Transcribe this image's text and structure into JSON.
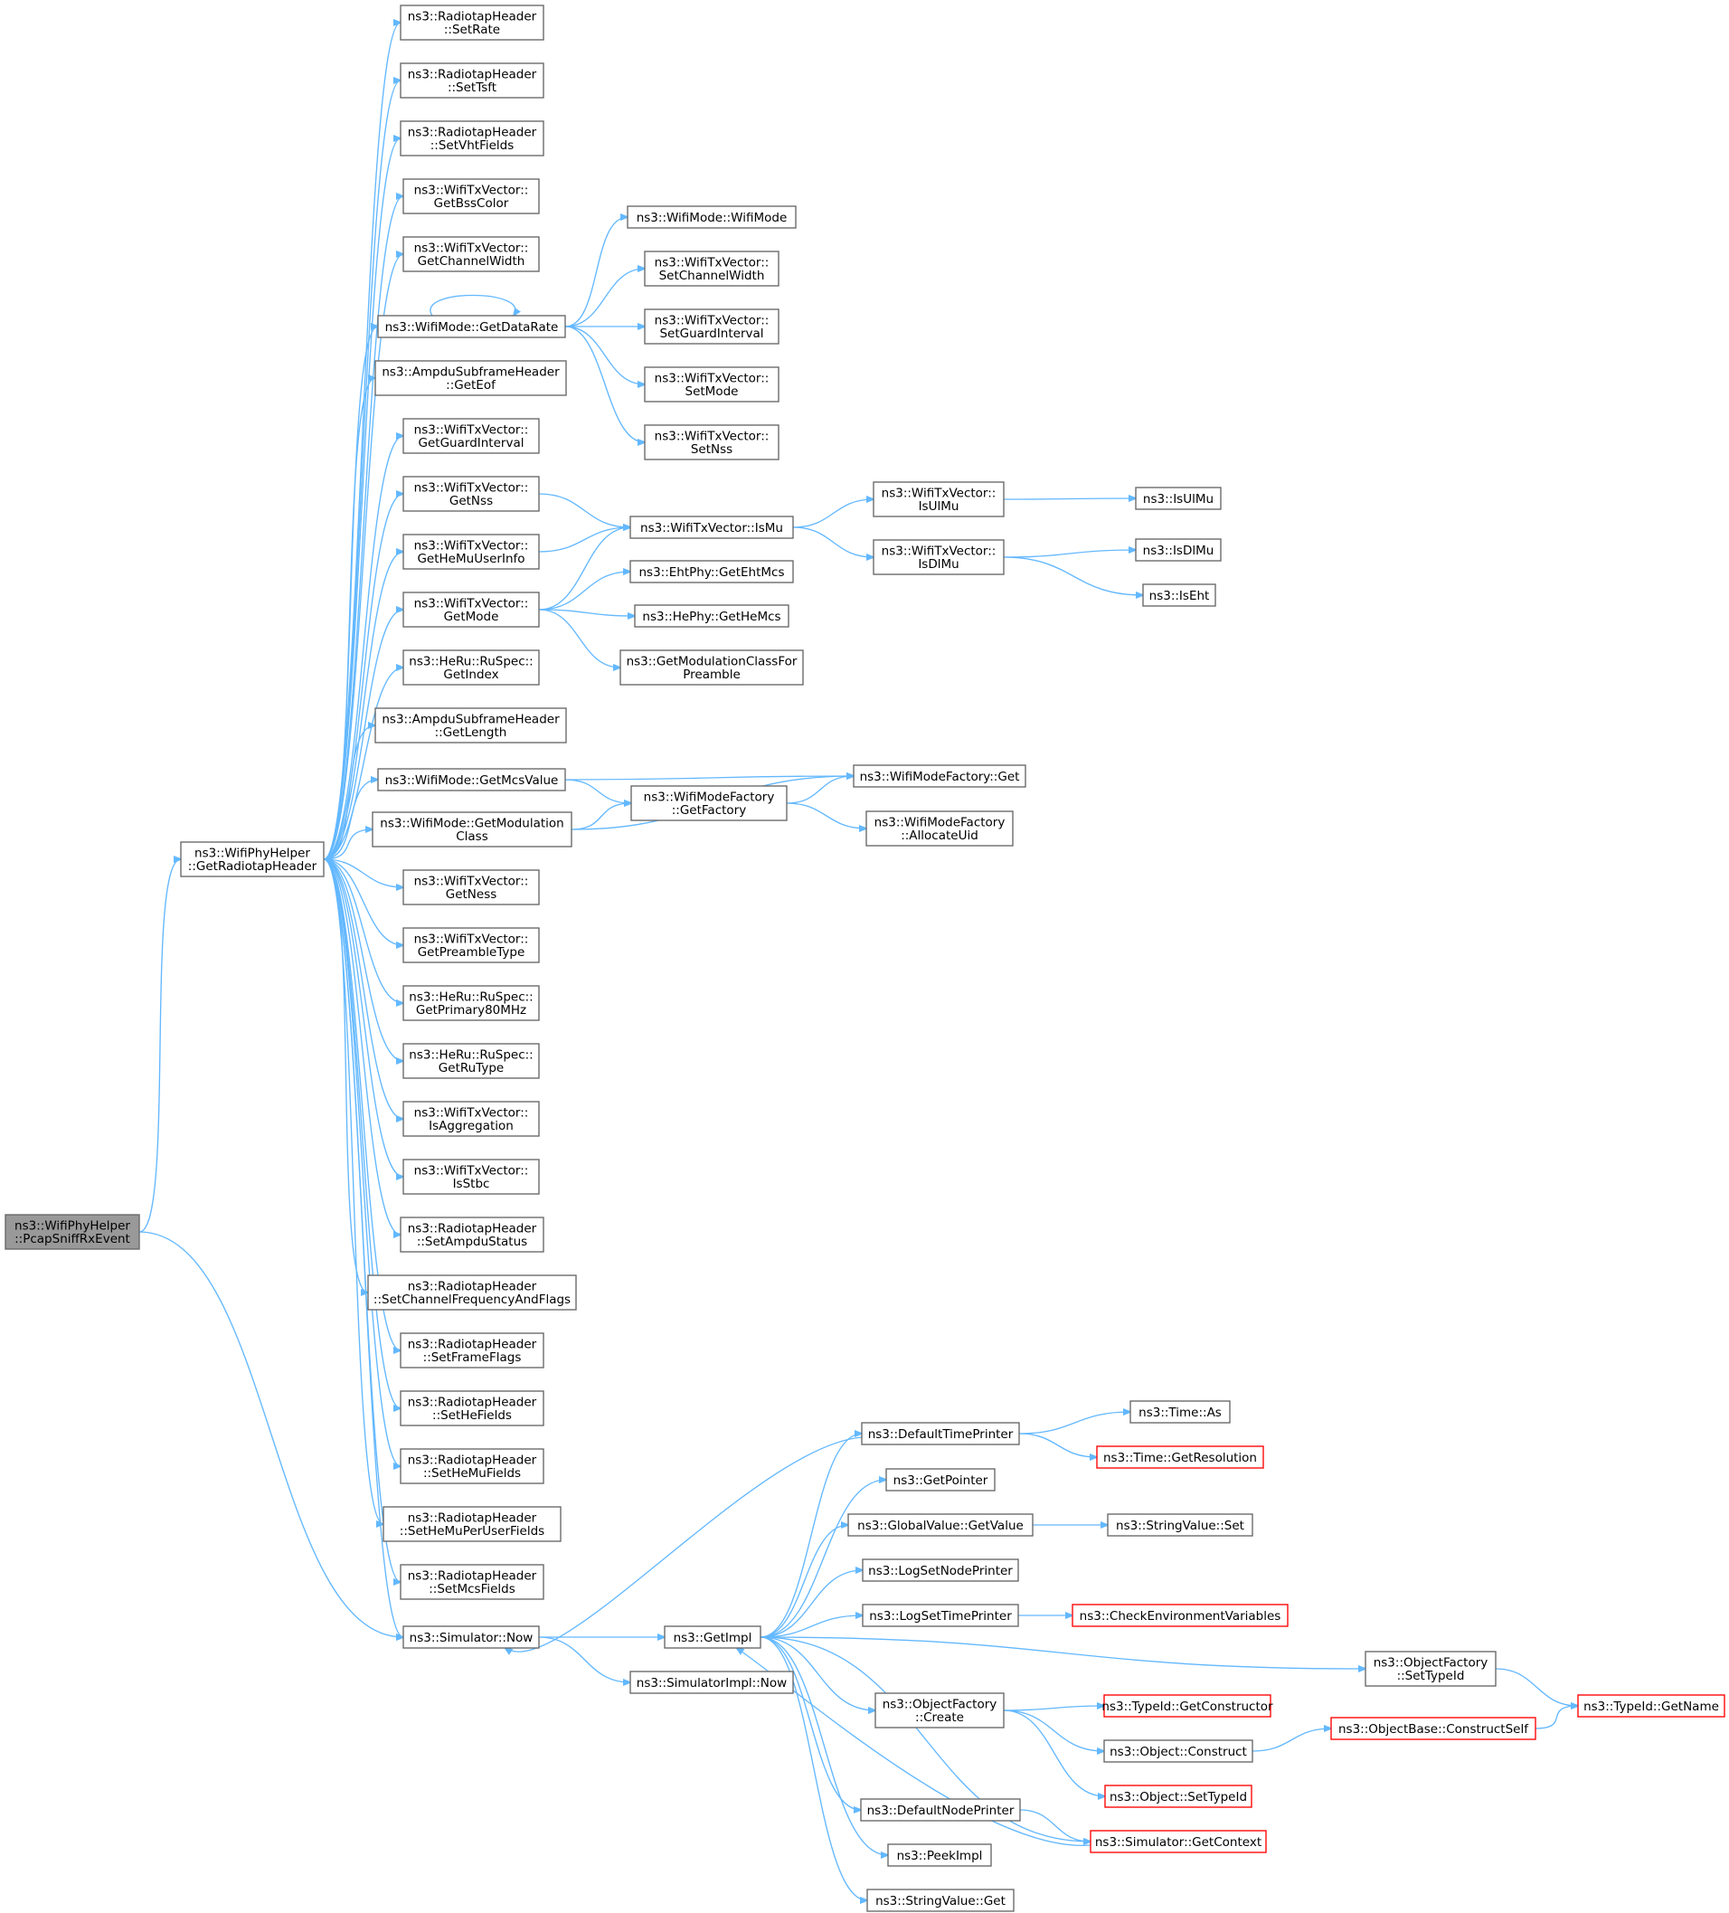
{
  "nodes": [
    {
      "id": "pcap",
      "label": [
        "ns3::WifiPhyHelper",
        "::PcapSniffRxEvent"
      ],
      "style": "root"
    },
    {
      "id": "grh",
      "label": [
        "ns3::WifiPhyHelper",
        "::GetRadiotapHeader"
      ]
    },
    {
      "id": "setrate",
      "label": [
        "ns3::RadiotapHeader",
        "::SetRate"
      ]
    },
    {
      "id": "settsft",
      "label": [
        "ns3::RadiotapHeader",
        "::SetTsft"
      ]
    },
    {
      "id": "setvht",
      "label": [
        "ns3::RadiotapHeader",
        "::SetVhtFields"
      ]
    },
    {
      "id": "bss",
      "label": [
        "ns3::WifiTxVector::",
        "GetBssColor"
      ]
    },
    {
      "id": "chw",
      "label": [
        "ns3::WifiTxVector::",
        "GetChannelWidth"
      ]
    },
    {
      "id": "gdr",
      "label": [
        "ns3::WifiMode::GetDataRate"
      ]
    },
    {
      "id": "eof",
      "label": [
        "ns3::AmpduSubframeHeader",
        "::GetEof"
      ]
    },
    {
      "id": "ggi",
      "label": [
        "ns3::WifiTxVector::",
        "GetGuardInterval"
      ]
    },
    {
      "id": "gnss",
      "label": [
        "ns3::WifiTxVector::",
        "GetNss"
      ]
    },
    {
      "id": "hemu",
      "label": [
        "ns3::WifiTxVector::",
        "GetHeMuUserInfo"
      ]
    },
    {
      "id": "gmode",
      "label": [
        "ns3::WifiTxVector::",
        "GetMode"
      ]
    },
    {
      "id": "gidx",
      "label": [
        "ns3::HeRu::RuSpec::",
        "GetIndex"
      ]
    },
    {
      "id": "glen",
      "label": [
        "ns3::AmpduSubframeHeader",
        "::GetLength"
      ]
    },
    {
      "id": "mcsv",
      "label": [
        "ns3::WifiMode::GetMcsValue"
      ]
    },
    {
      "id": "gmc",
      "label": [
        "ns3::WifiMode::GetModulation",
        "Class"
      ]
    },
    {
      "id": "ness",
      "label": [
        "ns3::WifiTxVector::",
        "GetNess"
      ]
    },
    {
      "id": "pre",
      "label": [
        "ns3::WifiTxVector::",
        "GetPreambleType"
      ]
    },
    {
      "id": "p80",
      "label": [
        "ns3::HeRu::RuSpec::",
        "GetPrimary80MHz"
      ]
    },
    {
      "id": "rut",
      "label": [
        "ns3::HeRu::RuSpec::",
        "GetRuType"
      ]
    },
    {
      "id": "agg",
      "label": [
        "ns3::WifiTxVector::",
        "IsAggregation"
      ]
    },
    {
      "id": "stbc",
      "label": [
        "ns3::WifiTxVector::",
        "IsStbc"
      ]
    },
    {
      "id": "ampst",
      "label": [
        "ns3::RadiotapHeader",
        "::SetAmpduStatus"
      ]
    },
    {
      "id": "chfreq",
      "label": [
        "ns3::RadiotapHeader",
        "::SetChannelFrequencyAndFlags"
      ]
    },
    {
      "id": "frame",
      "label": [
        "ns3::RadiotapHeader",
        "::SetFrameFlags"
      ]
    },
    {
      "id": "hef",
      "label": [
        "ns3::RadiotapHeader",
        "::SetHeFields"
      ]
    },
    {
      "id": "hemuf",
      "label": [
        "ns3::RadiotapHeader",
        "::SetHeMuFields"
      ]
    },
    {
      "id": "hemupu",
      "label": [
        "ns3::RadiotapHeader",
        "::SetHeMuPerUserFields"
      ]
    },
    {
      "id": "mcsf",
      "label": [
        "ns3::RadiotapHeader",
        "::SetMcsFields"
      ]
    },
    {
      "id": "simnow",
      "label": [
        "ns3::Simulator::Now"
      ]
    },
    {
      "id": "wmwm",
      "label": [
        "ns3::WifiMode::WifiMode"
      ]
    },
    {
      "id": "schw",
      "label": [
        "ns3::WifiTxVector::",
        "SetChannelWidth"
      ]
    },
    {
      "id": "sgi",
      "label": [
        "ns3::WifiTxVector::",
        "SetGuardInterval"
      ]
    },
    {
      "id": "smode",
      "label": [
        "ns3::WifiTxVector::",
        "SetMode"
      ]
    },
    {
      "id": "snss",
      "label": [
        "ns3::WifiTxVector::",
        "SetNss"
      ]
    },
    {
      "id": "ismu",
      "label": [
        "ns3::WifiTxVector::IsMu"
      ]
    },
    {
      "id": "ehtmcs",
      "label": [
        "ns3::EhtPhy::GetEhtMcs"
      ]
    },
    {
      "id": "hemcs",
      "label": [
        "ns3::HePhy::GetHeMcs"
      ]
    },
    {
      "id": "gmcfp",
      "label": [
        "ns3::GetModulationClassFor",
        "Preamble"
      ]
    },
    {
      "id": "getfac",
      "label": [
        "ns3::WifiModeFactory",
        "::GetFactory"
      ]
    },
    {
      "id": "wmfget",
      "label": [
        "ns3::WifiModeFactory::Get"
      ]
    },
    {
      "id": "alloc",
      "label": [
        "ns3::WifiModeFactory",
        "::AllocateUid"
      ]
    },
    {
      "id": "isulmu_v",
      "label": [
        "ns3::WifiTxVector::",
        "IsUlMu"
      ]
    },
    {
      "id": "isdlmu_v",
      "label": [
        "ns3::WifiTxVector::",
        "IsDlMu"
      ]
    },
    {
      "id": "isulmu",
      "label": [
        "ns3::IsUlMu"
      ]
    },
    {
      "id": "isdlmu",
      "label": [
        "ns3::IsDlMu"
      ]
    },
    {
      "id": "iseht",
      "label": [
        "ns3::IsEht"
      ]
    },
    {
      "id": "getimpl",
      "label": [
        "ns3::GetImpl"
      ]
    },
    {
      "id": "simimplnow",
      "label": [
        "ns3::SimulatorImpl::Now"
      ]
    },
    {
      "id": "dtp",
      "label": [
        "ns3::DefaultTimePrinter"
      ]
    },
    {
      "id": "getptr",
      "label": [
        "ns3::GetPointer"
      ]
    },
    {
      "id": "gvgv",
      "label": [
        "ns3::GlobalValue::GetValue"
      ]
    },
    {
      "id": "lsnp",
      "label": [
        "ns3::LogSetNodePrinter"
      ]
    },
    {
      "id": "lstp",
      "label": [
        "ns3::LogSetTimePrinter"
      ]
    },
    {
      "id": "ofcreate",
      "label": [
        "ns3::ObjectFactory",
        "::Create"
      ]
    },
    {
      "id": "dnp",
      "label": [
        "ns3::DefaultNodePrinter"
      ]
    },
    {
      "id": "peek",
      "label": [
        "ns3::PeekImpl"
      ]
    },
    {
      "id": "svget",
      "label": [
        "ns3::StringValue::Get"
      ]
    },
    {
      "id": "timeas",
      "label": [
        "ns3::Time::As"
      ]
    },
    {
      "id": "timeres",
      "label": [
        "ns3::Time::GetResolution"
      ],
      "style": "trunc"
    },
    {
      "id": "svset",
      "label": [
        "ns3::StringValue::Set"
      ]
    },
    {
      "id": "cev",
      "label": [
        "ns3::CheckEnvironmentVariables"
      ],
      "style": "trunc"
    },
    {
      "id": "ofsettid",
      "label": [
        "ns3::ObjectFactory",
        "::SetTypeId"
      ]
    },
    {
      "id": "tidgc",
      "label": [
        "ns3::TypeId::GetConstructor"
      ],
      "style": "trunc"
    },
    {
      "id": "objcon",
      "label": [
        "ns3::Object::Construct"
      ]
    },
    {
      "id": "objstid",
      "label": [
        "ns3::Object::SetTypeId"
      ],
      "style": "trunc"
    },
    {
      "id": "simgc",
      "label": [
        "ns3::Simulator::GetContext"
      ],
      "style": "trunc"
    },
    {
      "id": "obcs",
      "label": [
        "ns3::ObjectBase::ConstructSelf"
      ],
      "style": "trunc"
    },
    {
      "id": "tidgn",
      "label": [
        "ns3::TypeId::GetName"
      ],
      "style": "trunc"
    }
  ]
}
